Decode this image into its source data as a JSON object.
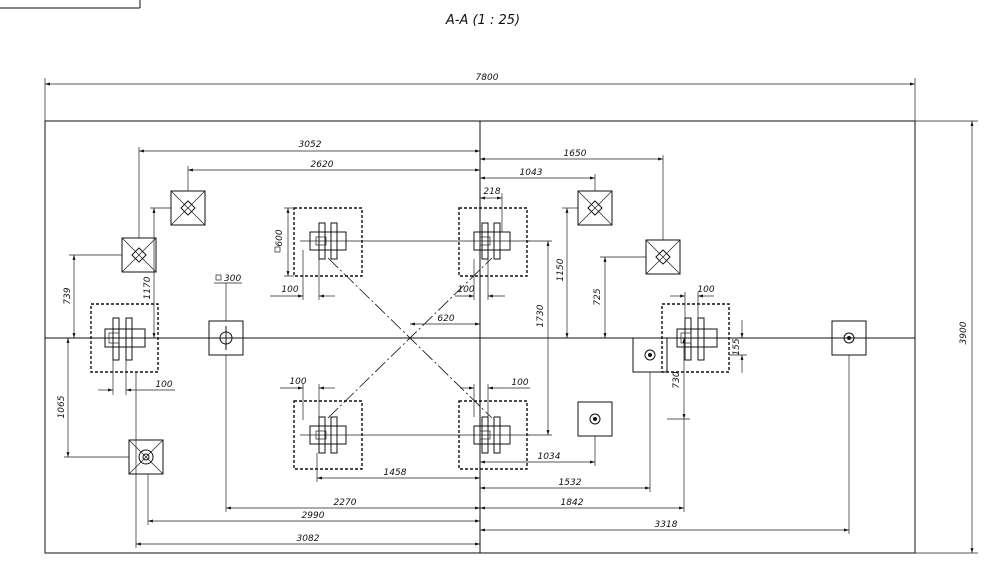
{
  "title": "А-А (1 : 25)",
  "dimensions": {
    "overall_width": "7800",
    "overall_height": "3900",
    "d3052": "3052",
    "d2620": "2620",
    "d1650": "1650",
    "d1043": "1043",
    "d218": "218",
    "d600": "600",
    "d300": "300",
    "d739": "739",
    "d1170": "1170",
    "d100_a": "100",
    "d100_b": "100",
    "d100_c": "100",
    "d100_d": "100",
    "d100_e": "100",
    "d100_f": "100",
    "d620": "620",
    "d1730": "1730",
    "d1150": "1150",
    "d725": "725",
    "d155": "155",
    "d730": "730",
    "d1065": "1065",
    "d1458": "1458",
    "d1034": "1034",
    "d1532": "1532",
    "d2270": "2270",
    "d1842": "1842",
    "d2990": "2990",
    "d3318": "3318",
    "d3082": "3082"
  }
}
